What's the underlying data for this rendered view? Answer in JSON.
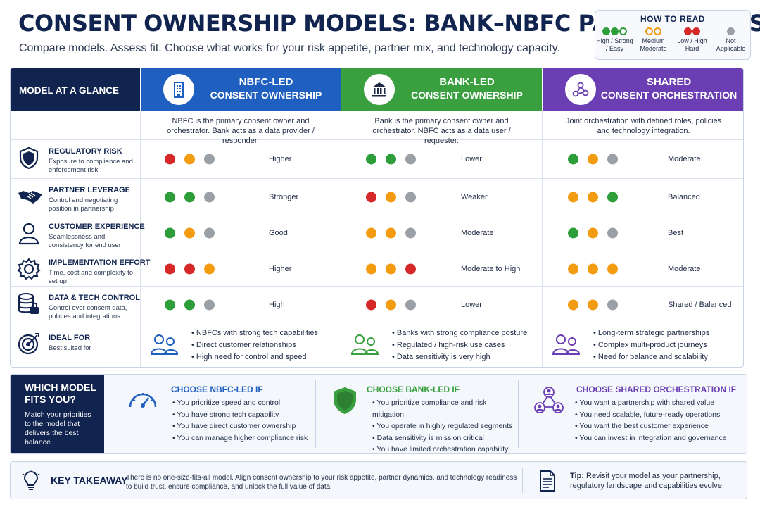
{
  "header": {
    "title": "CONSENT OWNERSHIP MODELS: BANK–NBFC PARTNERSHIPS",
    "subtitle": "Compare models. Assess fit. Choose what works for your risk appetite, partner mix, and technology capacity."
  },
  "legend": {
    "title": "HOW TO READ",
    "items": [
      {
        "label": "High / Strong / Easy",
        "color": "#2e9e3a"
      },
      {
        "label": "Medium Moderate",
        "color": "#f39c12"
      },
      {
        "label": "Low / High Hard",
        "color": "#d62828"
      },
      {
        "label": "Not Applicable",
        "color": "#9aa0a6"
      }
    ]
  },
  "colors": {
    "green": "#2e9e3a",
    "orange": "#f39c12",
    "red": "#d62828",
    "gray": "#9aa0a6",
    "nbfc": "#1f5fbf",
    "bank": "#3aa03f",
    "shared": "#6b3fb3",
    "navy": "#10244f"
  },
  "table": {
    "head_label": "MODEL AT A GLANCE",
    "columns": [
      {
        "line1": "NBFC-LED",
        "line2": "CONSENT OWNERSHIP",
        "icon": "building-icon",
        "desc": "NBFC is the primary consent owner and orchestrator. Bank acts as a data provider / responder."
      },
      {
        "line1": "BANK-LED",
        "line2": "CONSENT OWNERSHIP",
        "icon": "bank-icon",
        "desc": "Bank is the primary consent owner and orchestrator. NBFC acts as a data user / requester."
      },
      {
        "line1": "SHARED",
        "line2": "CONSENT ORCHESTRATION",
        "icon": "network-icon",
        "desc": "Joint orchestration with defined roles, policies and technology integration."
      }
    ],
    "rows": [
      {
        "title": "REGULATORY RISK",
        "sub": "Exposure to compliance and enforcement risk",
        "icon": "shield-icon",
        "cells": [
          {
            "dots": [
              "red",
              "orange",
              "gray"
            ],
            "rating": "Higher"
          },
          {
            "dots": [
              "green",
              "green",
              "gray"
            ],
            "rating": "Lower"
          },
          {
            "dots": [
              "green",
              "orange",
              "gray"
            ],
            "rating": "Moderate"
          }
        ]
      },
      {
        "title": "PARTNER LEVERAGE",
        "sub": "Control and negotiating position in partnership",
        "icon": "handshake-icon",
        "cells": [
          {
            "dots": [
              "green",
              "green",
              "gray"
            ],
            "rating": "Stronger"
          },
          {
            "dots": [
              "red",
              "orange",
              "gray"
            ],
            "rating": "Weaker"
          },
          {
            "dots": [
              "orange",
              "orange",
              "green"
            ],
            "rating": "Balanced"
          }
        ]
      },
      {
        "title": "CUSTOMER EXPERIENCE",
        "sub": "Seamlessness and consistency for end user",
        "icon": "user-icon",
        "cells": [
          {
            "dots": [
              "green",
              "orange",
              "gray"
            ],
            "rating": "Good"
          },
          {
            "dots": [
              "orange",
              "orange",
              "gray"
            ],
            "rating": "Moderate"
          },
          {
            "dots": [
              "green",
              "orange",
              "gray"
            ],
            "rating": "Best"
          }
        ]
      },
      {
        "title": "IMPLEMENTATION EFFORT",
        "sub": "Time, cost and complexity to set up",
        "icon": "gear-icon",
        "cells": [
          {
            "dots": [
              "red",
              "red",
              "orange"
            ],
            "rating": "Higher"
          },
          {
            "dots": [
              "orange",
              "orange",
              "red"
            ],
            "rating": "Moderate to High"
          },
          {
            "dots": [
              "orange",
              "orange",
              "orange"
            ],
            "rating": "Moderate"
          }
        ]
      },
      {
        "title": "DATA & TECH CONTROL",
        "sub": "Control over consent data, policies and integrations",
        "icon": "database-lock-icon",
        "cells": [
          {
            "dots": [
              "green",
              "green",
              "gray"
            ],
            "rating": "High"
          },
          {
            "dots": [
              "red",
              "orange",
              "gray"
            ],
            "rating": "Lower"
          },
          {
            "dots": [
              "orange",
              "orange",
              "gray"
            ],
            "rating": "Shared / Balanced"
          }
        ]
      }
    ],
    "ideal": {
      "title": "IDEAL FOR",
      "sub": "Best suited for",
      "icon": "target-icon",
      "cols": [
        [
          "NBFCs with strong tech capabilities",
          "Direct customer relationships",
          "High need for control and speed"
        ],
        [
          "Banks with strong compliance posture",
          "Regulated / high-risk use cases",
          "Data sensitivity is very high"
        ],
        [
          "Long-term strategic partnerships",
          "Complex multi-product journeys",
          "Need for balance and scalability"
        ]
      ]
    }
  },
  "fit": {
    "title": "WHICH MODEL FITS YOU?",
    "sub": "Match your priorities to the model that delivers the best balance.",
    "cols": [
      {
        "title": "CHOOSE NBFC-LED IF",
        "icon": "speedometer-icon",
        "items": [
          "You prioritize speed and control",
          "You have strong tech capability",
          "You have direct customer ownership",
          "You can manage higher compliance risk"
        ]
      },
      {
        "title": "CHOOSE BANK-LED IF",
        "icon": "shield-check-icon",
        "items": [
          "You prioritize compliance and risk mitigation",
          "You operate in highly regulated segments",
          "Data sensitivity is mission critical",
          "You have limited orchestration capability"
        ]
      },
      {
        "title": "CHOOSE SHARED ORCHESTRATION IF",
        "icon": "people-network-icon",
        "items": [
          "You want a partnership with shared value",
          "You need scalable, future-ready operations",
          "You want the best customer experience",
          "You can invest in integration and governance"
        ]
      }
    ]
  },
  "takeaway": {
    "title": "KEY TAKEAWAY",
    "text": "There is no one-size-fits-all model. Align consent ownership to your risk appetite, partner dynamics, and technology readiness to build trust, ensure compliance, and unlock the full value of data.",
    "tip_label": "Tip:",
    "tip_text": "Revisit your model as your partnership, regulatory landscape and capabilities evolve."
  }
}
